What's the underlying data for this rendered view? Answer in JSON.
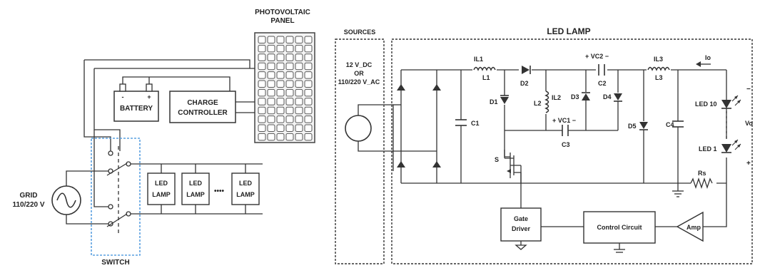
{
  "left": {
    "pv_panel": "PHOTOVOLTAIC\nPANEL",
    "battery": "BATTERY",
    "battery_minus": "-",
    "battery_plus": "+",
    "charge_controller": "CHARGE\nCONTROLLER",
    "grid": "GRID\n110/220 V",
    "switch": "SWITCH",
    "led_lamp": "LED\nLAMP",
    "dots": "••••"
  },
  "right": {
    "sources_title": "SOURCES",
    "source_text": "12 V_DC\nOR\n110/220 V_AC",
    "led_lamp_title": "LED LAMP",
    "il1": "IL1",
    "l1": "L1",
    "d2": "D2",
    "vc2": "+ VC2 −",
    "c2": "C2",
    "il3": "IL3",
    "l3": "L3",
    "io": "Io",
    "d1": "D1",
    "l2": "L2",
    "il2": "IL2",
    "d3": "D3",
    "d4": "D4",
    "c1": "C1",
    "vc1": "+ VC1 −",
    "c3": "C3",
    "d5": "D5",
    "c4": "C4",
    "s": "S",
    "led10": "LED 10",
    "led1": "LED 1",
    "rs": "Rs",
    "vo": "Vo",
    "minus": "−",
    "plus": "+",
    "gate_driver": "Gate\nDriver",
    "control_circuit": "Control Circuit",
    "amp": "Amp"
  }
}
